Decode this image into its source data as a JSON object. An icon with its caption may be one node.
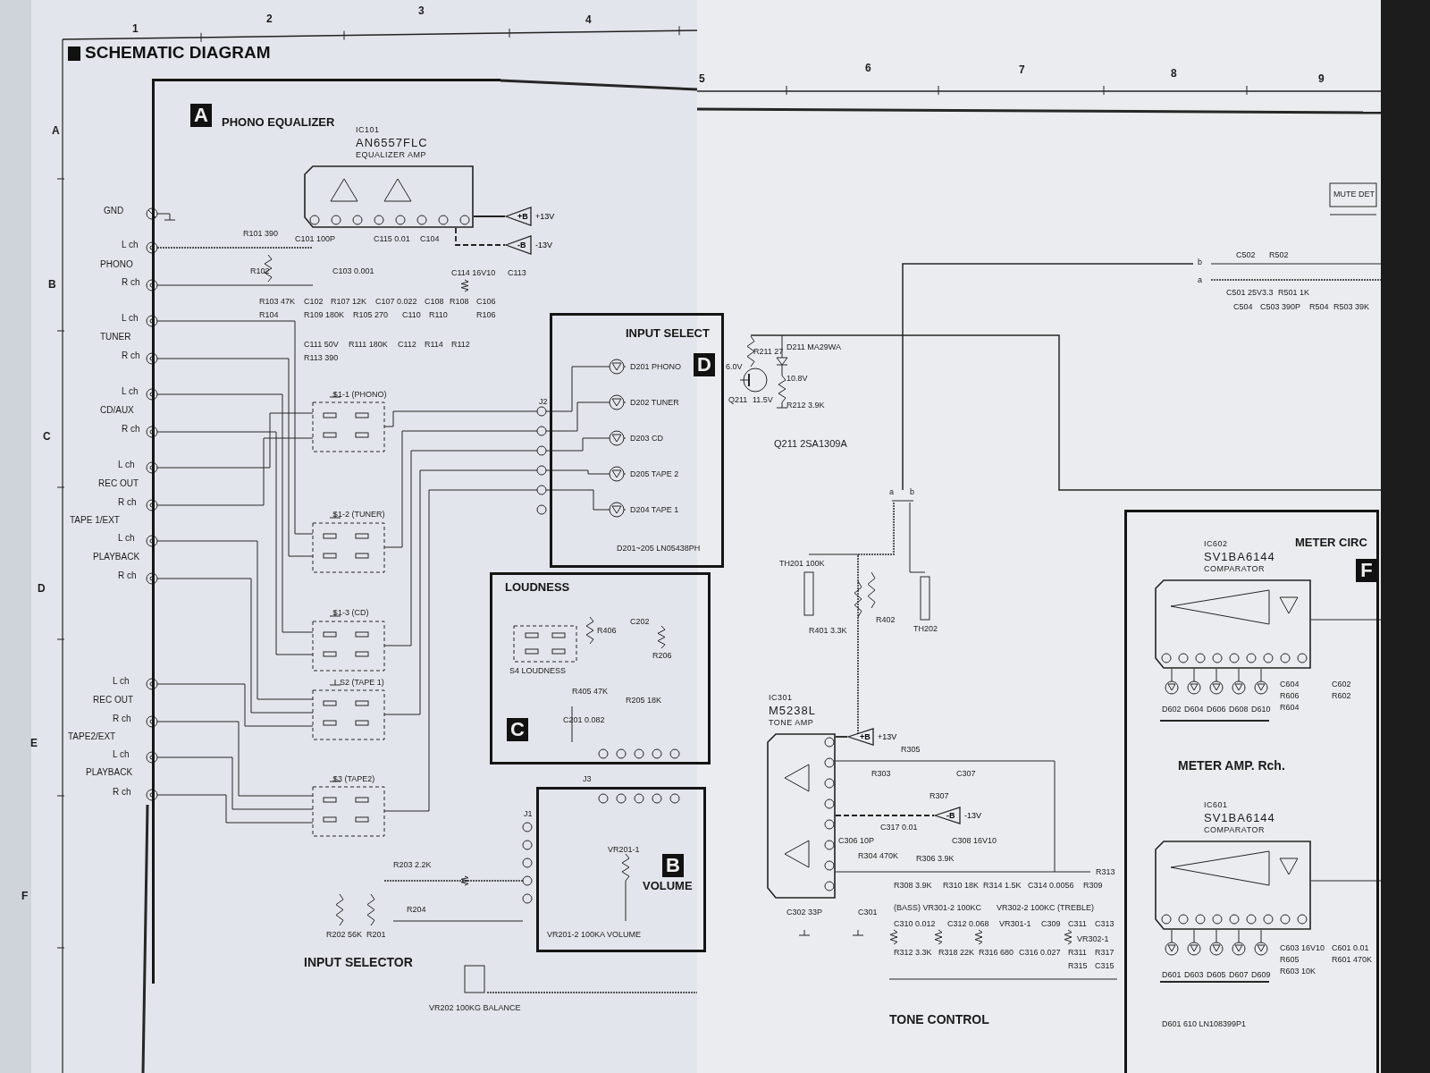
{
  "diagram": {
    "title": "SCHEMATIC DIAGRAM",
    "nodes": [
      {
        "text": [
          "A",
          "PHONO EQUALIZER"
        ]
      },
      {
        "text": [
          "IC101",
          "AN6557FLC",
          "EQUALIZER AMP"
        ],
        "in": 0
      },
      {
        "text": [
          "+B"
        ],
        "beside": [
          "+13V"
        ]
      },
      {
        "text": [
          "-B"
        ],
        "beside": [
          "-13V"
        ]
      },
      {
        "text": [
          "INPUT SELECT",
          "D"
        ]
      },
      {
        "text": [
          "LOUDNESS",
          "C"
        ]
      },
      {
        "text": [
          "B",
          "VOLUME"
        ]
      },
      {
        "text": [
          "IC301",
          "M5238L",
          "TONE AMP"
        ]
      },
      {
        "text": [
          "+B"
        ],
        "beside": [
          "+13V"
        ]
      },
      {
        "text": [
          "-B"
        ],
        "beside": [
          "-13V"
        ]
      },
      {
        "text": [
          "METER CIRC",
          "F"
        ]
      },
      {
        "text": [
          "IC602",
          "SV1BA6144",
          "COMPARATOR"
        ],
        "in": 10
      },
      {
        "text": [
          "IC601",
          "SV1BA6144",
          "COMPARATOR"
        ],
        "in": 10
      }
    ],
    "edges": [
      {
        "from": 1,
        "to": 2,
        "arrow": "none"
      },
      {
        "from": 1,
        "to": 3,
        "arrow": "none",
        "style": "dashed"
      },
      {
        "from": 7,
        "to": 8,
        "arrow": "none"
      },
      {
        "from": 7,
        "to": 9,
        "arrow": "none",
        "style": "dashed"
      }
    ],
    "labels": [
      "1",
      "2",
      "3",
      "4",
      "5",
      "6",
      "7",
      "8",
      "9",
      "A",
      "B",
      "C",
      "D",
      "E",
      "F",
      "GND",
      "L ch",
      "PHONO",
      "R ch",
      "L ch",
      "TUNER",
      "R ch",
      "L ch",
      "CD/AUX",
      "R ch",
      "L ch",
      "REC OUT",
      "R ch",
      "TAPE 1/EXT",
      "L ch",
      "PLAYBACK",
      "R ch",
      "L ch",
      "REC OUT",
      "R ch",
      "TAPE2/EXT",
      "L ch",
      "PLAYBACK",
      "R ch",
      "R101 390",
      "R102",
      "C101 100P",
      "C103 0.001",
      "C115 0.01",
      "C104",
      "C114 16V10",
      "C113",
      "R103 47K",
      "C102",
      "R107 12K",
      "C107 0.022",
      "C108",
      "R108",
      "C106",
      "R104",
      "R109 180K",
      "R105 270",
      "C110",
      "R110",
      "R106",
      "C111 50V",
      "R111 180K",
      "C112",
      "R114",
      "R112",
      "R113 390",
      "S1-1 (PHONO)",
      "S1-2 (TUNER)",
      "S1-3 (CD)",
      "S2 (TAPE 1)",
      "S3 (TAPE2)",
      "J2",
      "J3",
      "J1",
      "D201 PHONO",
      "D202 TUNER",
      "D203 CD",
      "D205 TAPE 2",
      "D204 TAPE 1",
      "D201~205 LN05438PH",
      "S4 LOUDNESS",
      "R406",
      "C202",
      "R206",
      "R405 47K",
      "R205 18K",
      "C201 0.082",
      "VR201-1",
      "VR201-2 100KA VOLUME",
      "R203 2.2K",
      "R204",
      "R202 56K",
      "R201",
      "INPUT SELECTOR",
      "VR202 100KG BALANCE",
      "R211 27",
      "D211 MA29WA",
      "6.0V",
      "10.8V",
      "Q211",
      "11.5V",
      "R212 3.9K",
      "Q211 2SA1309A",
      "a",
      "b",
      "b",
      "a",
      "C502",
      "R502",
      "C501 25V3.3",
      "R501 1K",
      "C504",
      "C503 390P",
      "R504",
      "R503 39K",
      "MUTE DET",
      "TH201 100K",
      "R401 3.3K",
      "R402",
      "TH202",
      "R305",
      "R303",
      "C307",
      "R307",
      "C317 0.01",
      "C306 10P",
      "C308 16V10",
      "R304 470K",
      "R306 3.9K",
      "C302 33P",
      "C301",
      "R308 3.9K",
      "R310 18K",
      "R314 1.5K",
      "C314 0.0056",
      "R309",
      "R313",
      "(BASS) VR301-2 100KC",
      "VR302-2 100KC (TREBLE)",
      "C310 0.012",
      "C312 0.068",
      "VR301-1",
      "C309",
      "C311",
      "C313",
      "VR302-1",
      "R312 3.3K",
      "R318 22K",
      "R316 680",
      "C316 0.027",
      "R311",
      "R317",
      "R315",
      "C315",
      "TONE CONTROL",
      "D602",
      "D604",
      "D606",
      "D608",
      "D610",
      "C604",
      "R606",
      "R604",
      "C602",
      "R602",
      "METER AMP. Rch.",
      "D601",
      "D603",
      "D605",
      "D607",
      "D609",
      "C603 16V10",
      "R605",
      "R603 10K",
      "C601 0.01",
      "R601 470K",
      "D601 610 LN108399P1"
    ]
  }
}
